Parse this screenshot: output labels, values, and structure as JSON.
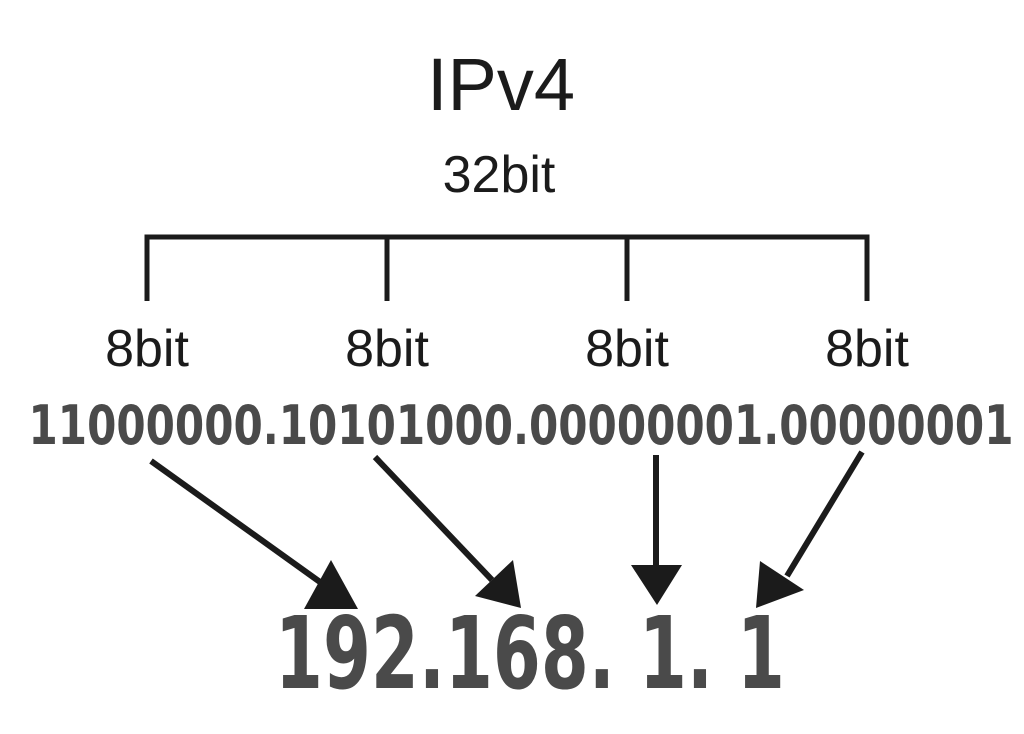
{
  "diagram": {
    "title": "IPv4",
    "total_bits_label": "32bit",
    "octet_labels": [
      "8bit",
      "8bit",
      "8bit",
      "8bit"
    ],
    "binary_address": "11000000.10101000.00000001.00000001",
    "decimal_address": "192.168. 1. 1",
    "colors": {
      "ink": "#1b1b1b",
      "digit_gray": "#4a4a4a",
      "background": "#ffffff"
    }
  }
}
